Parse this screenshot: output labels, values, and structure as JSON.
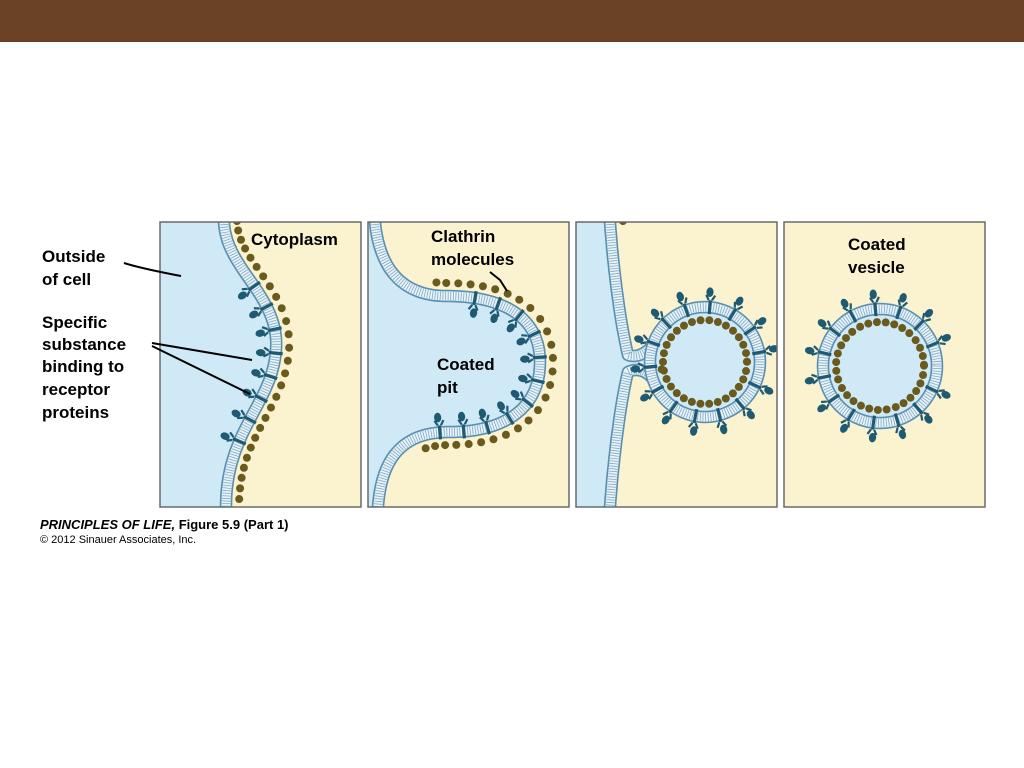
{
  "header": {
    "title": "Figure 5.9  Receptor-Mediated Endocytosis (Part 1)"
  },
  "labels": {
    "outside_l1": "Outside",
    "outside_l2": "of cell",
    "cytoplasm": "Cytoplasm",
    "specific_l1": "Specific",
    "specific_l2": "substance",
    "specific_l3": "binding to",
    "specific_l4": "receptor",
    "specific_l5": "proteins",
    "clathrin_l1": "Clathrin",
    "clathrin_l2": "molecules",
    "coatedpit_l1": "Coated",
    "coatedpit_l2": "pit",
    "coatedves_l1": "Coated",
    "coatedves_l2": "vesicle"
  },
  "credit": {
    "book": "PRINCIPLES OF LIFE,",
    "figure": " Figure 5.9 (Part 1)",
    "copyright": "© 2012 Sinauer Associates, Inc."
  },
  "colors": {
    "outside": "#cfe9f7",
    "cytoplasm": "#fbf2cf",
    "clathrin": "#6b5a1e",
    "receptor": "#1f5a73",
    "membrane": "#5b8fae",
    "title_bar": "#6b4226"
  }
}
